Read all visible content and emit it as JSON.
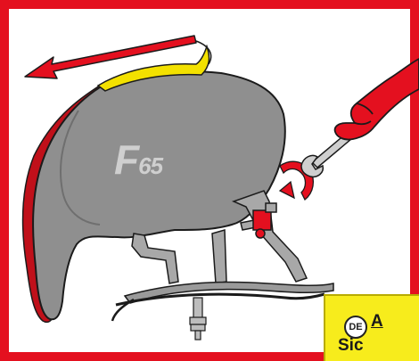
{
  "product_logo": {
    "letter": "F",
    "number": "65"
  },
  "notice": {
    "lang": "DE",
    "title": "A",
    "line": "Sic"
  },
  "colors": {
    "frame": "#e4101f",
    "arrow": "#e4101f",
    "hand": "#e4101f",
    "panel": "#f7ec1c",
    "pad": "#8f8f8f",
    "strap": "#f3e100",
    "metal": "#a8a8a8"
  },
  "icons": [
    "direction-arrow",
    "rotation-arrow-icon",
    "wrench-icon",
    "hand-icon"
  ]
}
